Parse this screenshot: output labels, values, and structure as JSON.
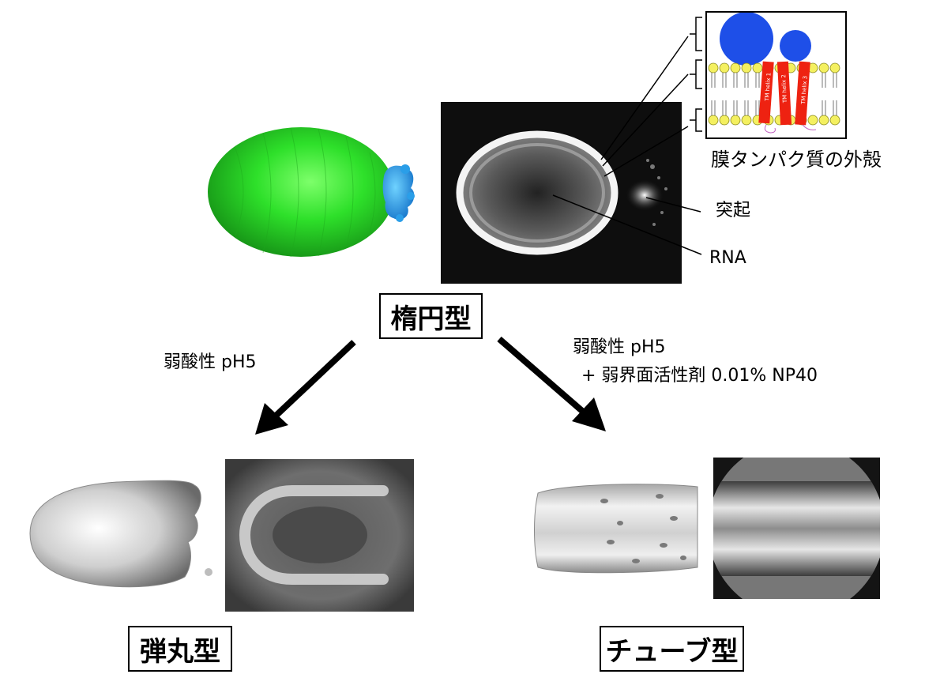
{
  "labels": {
    "ellipsoid_type": "楕円型",
    "bullet_type": "弾丸型",
    "tube_type": "チューブ型"
  },
  "annotations": {
    "membrane_shell": "膜タンパク質の外殻",
    "protrusion": "突起",
    "rna": "RNA"
  },
  "conditions": {
    "left": "弱酸性 pH5",
    "right_line1": "弱酸性 pH5",
    "right_line2": "+ 弱界面活性剤 0.01% NP40"
  },
  "helices": [
    "TM helix 1",
    "TM helix 2",
    "TM helix 3"
  ],
  "colors": {
    "green_body": "#2ee02a",
    "blue_protrusion": "#1a8fe0",
    "helix_red": "#ee2211",
    "lipid_yellow": "#f4f060",
    "protein_blue": "#1e4fe8"
  }
}
